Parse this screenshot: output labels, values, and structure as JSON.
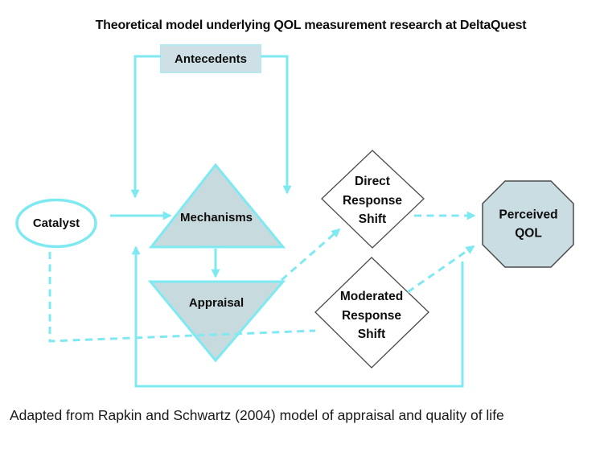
{
  "title": "Theoretical model underlying QOL measurement research at DeltaQuest",
  "caption": "Adapted from Rapkin and Schwartz (2004) model of appraisal and quality of life",
  "colors": {
    "connector_cyan": "#7fe9f2",
    "shape_fill_blue": "#c7dade",
    "box_fill": "#cee0e5",
    "box_border": "#b5e8ef",
    "octagon_fill": "#c9dde2",
    "dark_outline": "#4a4a4a",
    "text": "#0d0d0d",
    "background": "#ffffff"
  },
  "nodes": {
    "antecedents": {
      "label": "Antecedents",
      "shape": "rectangle"
    },
    "catalyst": {
      "label": "Catalyst",
      "shape": "ellipse"
    },
    "mechanisms": {
      "label": "Mechanisms",
      "shape": "triangle-up"
    },
    "appraisal": {
      "label": "Appraisal",
      "shape": "triangle-down"
    },
    "direct_response_shift": {
      "label": "Direct Response Shift",
      "shape": "diamond"
    },
    "moderated_response_shift": {
      "label": "Moderated Response Shift",
      "shape": "diamond"
    },
    "perceived_qol": {
      "label": "Perceived QOL",
      "shape": "octagon"
    }
  },
  "edges": [
    {
      "from": "antecedents",
      "to": "mechanisms",
      "style": "solid",
      "route": "left-branch-down"
    },
    {
      "from": "antecedents",
      "to": "mechanisms",
      "style": "solid",
      "route": "right-branch-down"
    },
    {
      "from": "catalyst",
      "to": "mechanisms",
      "style": "solid",
      "route": "horizontal"
    },
    {
      "from": "mechanisms",
      "to": "appraisal",
      "style": "solid",
      "route": "vertical"
    },
    {
      "from": "appraisal",
      "to": "direct_response_shift",
      "style": "dashed",
      "route": "diagonal-up"
    },
    {
      "from": "direct_response_shift",
      "to": "perceived_qol",
      "style": "dashed",
      "route": "horizontal"
    },
    {
      "from": "moderated_response_shift",
      "to": "perceived_qol",
      "style": "dashed",
      "route": "diagonal-up"
    },
    {
      "from": "catalyst",
      "to": "moderated_response_shift",
      "style": "dashed",
      "route": "elbow-down-right"
    },
    {
      "from": "perceived_qol",
      "to": "mechanisms",
      "style": "solid",
      "route": "bottom-feedback-loop"
    }
  ]
}
